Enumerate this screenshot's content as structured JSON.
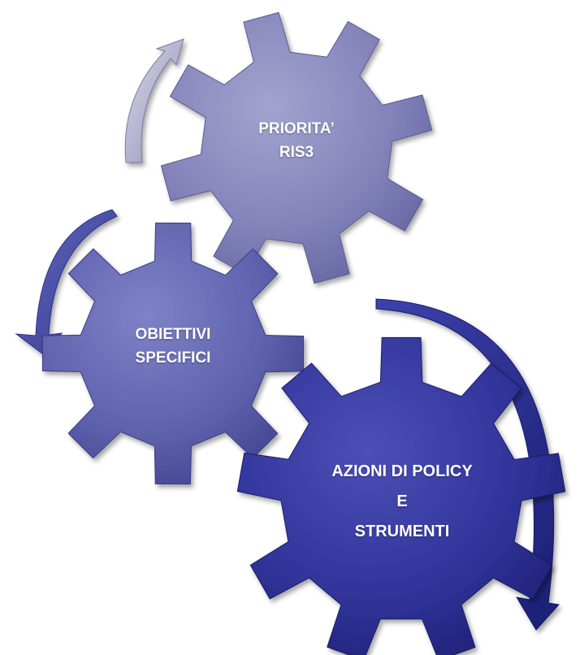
{
  "diagram": {
    "gears": [
      {
        "id": "top",
        "lines": [
          "PRIORITA’",
          "RIS3"
        ],
        "color": "#7e7eb4"
      },
      {
        "id": "middle",
        "lines": [
          "OBIETTIVI",
          "SPECIFICI"
        ],
        "color": "#5b5fa9"
      },
      {
        "id": "bottom",
        "lines": [
          "AZIONI DI POLICY",
          "E",
          "STRUMENTI"
        ],
        "color": "#2e3196"
      }
    ],
    "arrows": [
      {
        "id": "top-arrow",
        "color": "#a6a6c8"
      },
      {
        "id": "middle-arrow",
        "color": "#4a4fa8"
      },
      {
        "id": "bottom-arrow",
        "color": "#252a8a"
      }
    ]
  }
}
